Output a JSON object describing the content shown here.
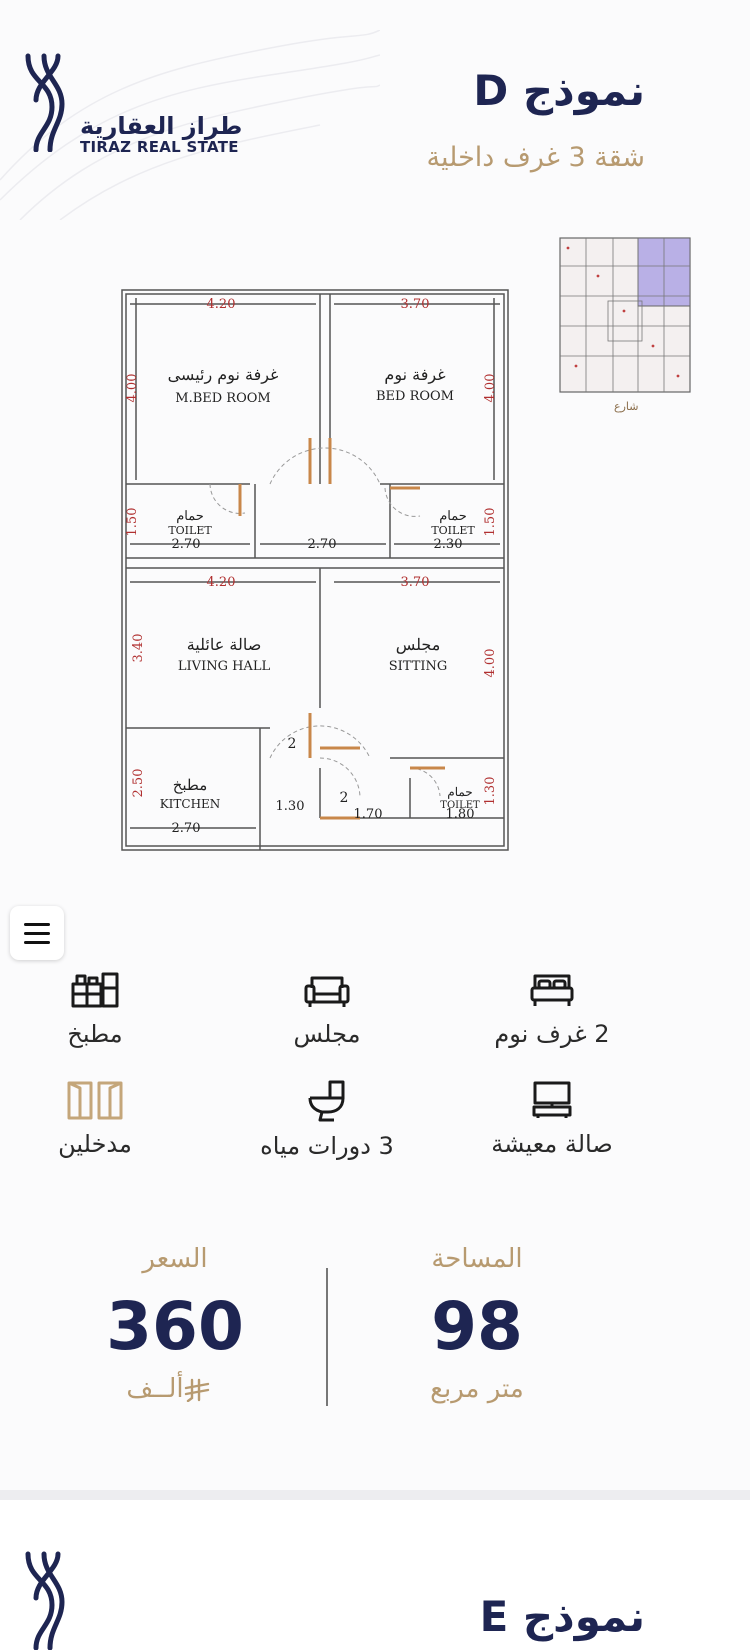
{
  "header": {
    "brand_ar": "طراز العقارية",
    "brand_en": "TIRAZ REAL STATE",
    "model_title": "نموذج D",
    "model_subtitle": "شقة 3 غرف داخلية"
  },
  "floor_plan": {
    "rooms": {
      "master_bed_ar": "غرفة نوم رئيسى",
      "master_bed_en": "M.BED ROOM",
      "bed_ar": "غرفة نوم",
      "bed_en": "BED ROOM",
      "toilet_ar": "حمام",
      "toilet_en": "TOILET",
      "living_ar": "صالة عائلية",
      "living_en": "LIVING HALL",
      "sitting_ar": "مجلس",
      "sitting_en": "SITTING",
      "kitchen_ar": "مطبخ",
      "kitchen_en": "KITCHEN"
    },
    "dims": {
      "d420a": "4.20",
      "d370a": "3.70",
      "d400a": "4.00",
      "d400b": "4.00",
      "d150a": "1.50",
      "d150b": "1.50",
      "d270a": "2.70",
      "d270b": "2.70",
      "d230": "2.30",
      "d420b": "4.20",
      "d370b": "3.70",
      "d340": "3.40",
      "d400c": "4.00",
      "d250": "2.50",
      "d130a": "1.30",
      "d130b": "1.30",
      "d170": "1.70",
      "d180": "1.80",
      "d270c": "2.70"
    },
    "door_marks": [
      "2",
      "2"
    ],
    "keymap_caption": "شارع"
  },
  "features": [
    {
      "icon": "bed-icon",
      "label": "2 غرف نوم"
    },
    {
      "icon": "sofa-icon",
      "label": "مجلس"
    },
    {
      "icon": "kitchen-icon",
      "label": "مطبخ"
    },
    {
      "icon": "tv-icon",
      "label": "صالة معيشة"
    },
    {
      "icon": "toilet-icon",
      "label": "3 دورات مياه"
    },
    {
      "icon": "door-icon",
      "label": "مدخلين"
    }
  ],
  "stats": {
    "area_caption": "المساحة",
    "area_value": "98",
    "area_unit": "متر مربع",
    "price_caption": "السعر",
    "price_value": "360",
    "price_unit": "ألــف"
  },
  "next_model": {
    "title": "نموذج E"
  },
  "colors": {
    "navy": "#1e2552",
    "gold": "#b79a70",
    "dimension_red": "#b03030",
    "door_orange": "#c8874a"
  }
}
